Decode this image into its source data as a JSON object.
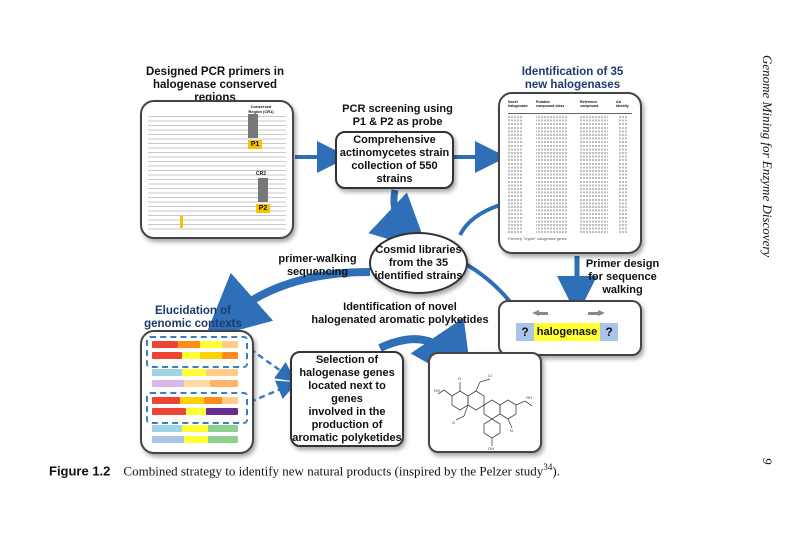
{
  "labels": {
    "designed_primers": [
      "Designed PCR primers in",
      "halogenase conserved regions"
    ],
    "pcr_screening": [
      "PCR screening using",
      "P1 & P2 as probe"
    ],
    "identification": [
      "Identification of 35",
      "new halogenases"
    ],
    "primer_walking": [
      "primer-walking",
      "sequencing"
    ],
    "primer_design": [
      "Primer design",
      "for sequence",
      "walking"
    ],
    "elucidation": [
      "Elucidation of",
      "genomic contexts"
    ],
    "novel_identification": [
      "Identification of novel",
      "halogenated aromatic polyketides"
    ]
  },
  "boxes": {
    "collection": [
      "Comprehensive",
      "actinomycetes strain",
      "collection of 550 strains"
    ],
    "cosmid": [
      "Cosmid libraries",
      "from the  35",
      "identified strains"
    ],
    "selection": [
      "Selection of",
      "halogenase genes",
      "located next to genes",
      "involved in the",
      "production of",
      "aromatic polyketides"
    ]
  },
  "alignment": {
    "header": [
      "Conserved",
      "Region (CR1)"
    ],
    "primer1": "P1",
    "region2": "CR2",
    "primer2": "P2"
  },
  "halogenase_table": {
    "headers": [
      "Novel halogenase",
      "Putative compound class",
      "Reference compound",
      "AA identity"
    ],
    "footnote": "Formerly \"cryptic\" halogenase genes"
  },
  "walking": {
    "gene": "halogenase",
    "unknown_left": "?",
    "unknown_right": "?"
  },
  "colors": {
    "arrow_blue": "#2e6fb7",
    "primer_yellow": "#f5c400",
    "halogenase_yellow": "#ffff33",
    "unknown_blue": "#a8c4e8",
    "dashed_blue": "#3a7fc1"
  },
  "caption": {
    "figure": "Figure 1.2",
    "text": "Combined strategy to identify new natural products (inspired by the Pelzer study",
    "ref": "34",
    "end": ")."
  },
  "running_header": "Genome Mining for Enzyme Discovery",
  "page_number": "9"
}
